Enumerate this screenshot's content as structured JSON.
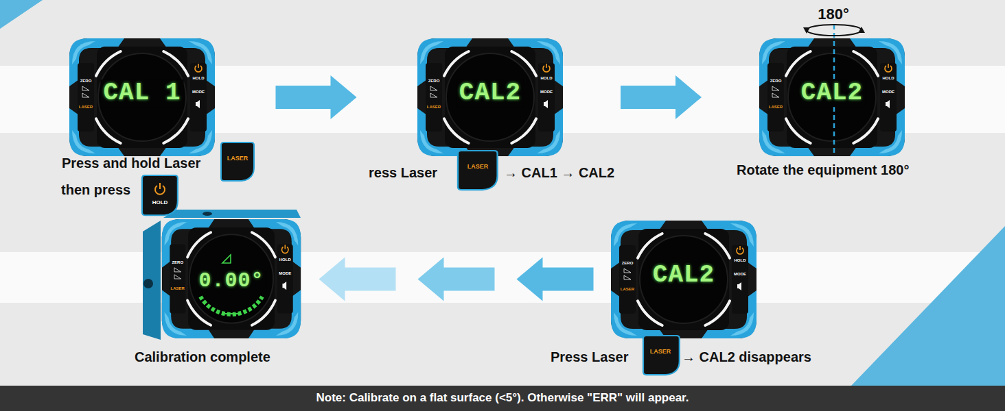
{
  "diagram": {
    "nodes": [
      {
        "text": [
          "CAL 1",
          "Press and hold Laser",
          "then press"
        ]
      },
      {
        "text": [
          "CAL2",
          "ress Laser",
          "→ CAL1 → CAL2"
        ]
      },
      {
        "text": [
          "CAL2",
          "Rotate the equipment 180°"
        ]
      },
      {
        "text": [
          "CAL2",
          "Press Laser",
          "→ CAL2 disappears"
        ]
      },
      {
        "text": [
          "0.00°",
          "Calibration complete"
        ]
      }
    ],
    "edges": [
      {
        "from": 0,
        "to": 1,
        "arrow": "to"
      },
      {
        "from": 1,
        "to": 2,
        "arrow": "to"
      },
      {
        "from": 3,
        "to": 4,
        "arrow": "to"
      }
    ],
    "labels": [
      "180°",
      "LASER",
      "HOLD",
      "LASER",
      "LASER",
      "Note: Calibrate on a flat surface (<5°). Otherwise \"ERR\" will appear.",
      "ZERO",
      "LASER",
      "HOLD",
      "MODE",
      "ZERO",
      "LASER",
      "HOLD",
      "MODE",
      "ZERO",
      "LASER",
      "HOLD",
      "MODE",
      "ZERO",
      "LASER",
      "HOLD",
      "MODE",
      "ZERO",
      "LASER",
      "HOLD",
      "MODE"
    ]
  }
}
